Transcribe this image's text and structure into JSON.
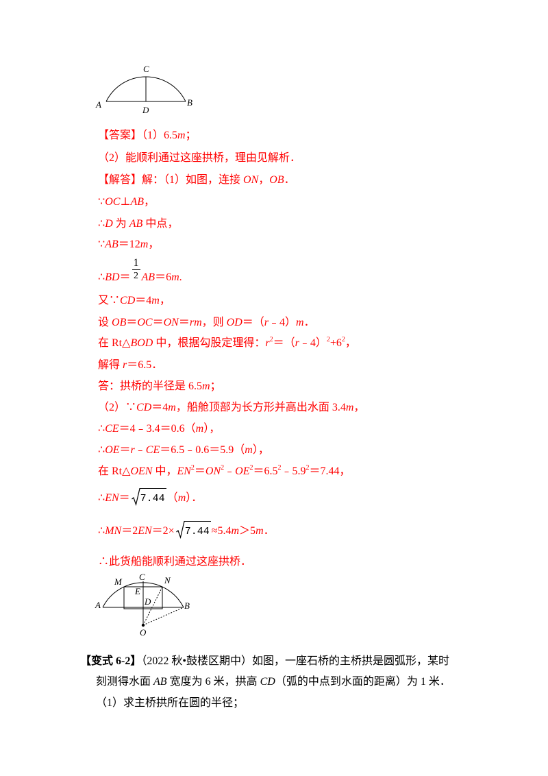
{
  "diagram_top": {
    "a": "A",
    "b": "B",
    "c": "C",
    "d": "D"
  },
  "diagram_bottom": {
    "a": "A",
    "b": "B",
    "c": "C",
    "d": "D",
    "e": "E",
    "m": "M",
    "n": "N",
    "o": "O"
  },
  "solution": {
    "lines": [
      {
        "segs": [
          {
            "t": "【答案】（1）6.5"
          },
          {
            "i": "m"
          },
          {
            "t": "；"
          }
        ]
      },
      {
        "segs": [
          {
            "t": "（2）能顺利通过这座拱桥，理由见解析．"
          }
        ]
      },
      {
        "segs": [
          {
            "t": "【解答】解：（1）如图，连接 "
          },
          {
            "i": "ON"
          },
          {
            "t": "，"
          },
          {
            "i": "OB"
          },
          {
            "t": "．"
          }
        ]
      },
      {
        "segs": [
          {
            "t": "∵"
          },
          {
            "i": "OC"
          },
          {
            "t": "⊥"
          },
          {
            "i": "AB"
          },
          {
            "t": "，"
          }
        ]
      },
      {
        "segs": [
          {
            "t": "∴"
          },
          {
            "i": "D"
          },
          {
            "t": " 为 "
          },
          {
            "i": "AB"
          },
          {
            "t": " 中点，"
          }
        ]
      },
      {
        "segs": [
          {
            "t": "∵"
          },
          {
            "i": "AB"
          },
          {
            "t": "＝12"
          },
          {
            "i": "m"
          },
          {
            "t": "，"
          }
        ]
      },
      {
        "segs": [
          {
            "t": "∴"
          },
          {
            "i": "BD"
          },
          {
            "t": "＝"
          },
          {
            "frac": {
              "num": "1",
              "den": "2"
            }
          },
          {
            "i": "AB"
          },
          {
            "t": "＝6"
          },
          {
            "i": "m"
          },
          {
            "t": "."
          }
        ]
      },
      {
        "segs": [
          {
            "t": "又∵"
          },
          {
            "i": "CD"
          },
          {
            "t": "＝4"
          },
          {
            "i": "m"
          },
          {
            "t": "，"
          }
        ]
      },
      {
        "segs": [
          {
            "t": "设 "
          },
          {
            "i": "OB"
          },
          {
            "t": "＝"
          },
          {
            "i": "OC"
          },
          {
            "t": "＝"
          },
          {
            "i": "ON"
          },
          {
            "t": "＝"
          },
          {
            "i": "rm"
          },
          {
            "t": "，则 "
          },
          {
            "i": "OD"
          },
          {
            "t": "＝（"
          },
          {
            "i": "r"
          },
          {
            "t": "﹣4）"
          },
          {
            "i": "m"
          },
          {
            "t": "．"
          }
        ]
      },
      {
        "segs": [
          {
            "t": "在 Rt△"
          },
          {
            "i": "BOD"
          },
          {
            "t": " 中，根据勾股定理得："
          },
          {
            "i": "r"
          },
          {
            "sup": "2"
          },
          {
            "t": "＝（"
          },
          {
            "i": "r"
          },
          {
            "t": "﹣4）"
          },
          {
            "sup": "2"
          },
          {
            "t": "+6"
          },
          {
            "sup": "2"
          },
          {
            "t": "，"
          }
        ]
      },
      {
        "segs": [
          {
            "t": "解得 "
          },
          {
            "i": "r"
          },
          {
            "t": "＝6.5．"
          }
        ]
      },
      {
        "segs": [
          {
            "t": "答：拱桥的半径是 6.5"
          },
          {
            "i": "m"
          },
          {
            "t": "；"
          }
        ]
      },
      {
        "segs": [
          {
            "t": "（2）∵"
          },
          {
            "i": "CD"
          },
          {
            "t": "＝4"
          },
          {
            "i": "m"
          },
          {
            "t": "，船舱顶部为长方形并高出水面 3.4"
          },
          {
            "i": "m"
          },
          {
            "t": "，"
          }
        ]
      },
      {
        "segs": [
          {
            "t": "∴"
          },
          {
            "i": "CE"
          },
          {
            "t": "＝4﹣3.4＝0.6（"
          },
          {
            "i": "m"
          },
          {
            "t": "），"
          }
        ]
      },
      {
        "segs": [
          {
            "t": "∴"
          },
          {
            "i": "OE"
          },
          {
            "t": "＝"
          },
          {
            "i": "r"
          },
          {
            "t": "﹣"
          },
          {
            "i": "CE"
          },
          {
            "t": "＝6.5﹣0.6＝5.9（"
          },
          {
            "i": "m"
          },
          {
            "t": "），"
          }
        ]
      },
      {
        "segs": [
          {
            "t": "在 Rt△"
          },
          {
            "i": "OEN"
          },
          {
            "t": " 中，"
          },
          {
            "i": "EN"
          },
          {
            "sup": "2"
          },
          {
            "t": "＝"
          },
          {
            "i": "ON"
          },
          {
            "sup": "2"
          },
          {
            "t": "﹣"
          },
          {
            "i": "OE"
          },
          {
            "sup": "2"
          },
          {
            "t": "＝6.5"
          },
          {
            "sup": "2"
          },
          {
            "t": "﹣5.9"
          },
          {
            "sup": "2"
          },
          {
            "t": "＝7.44，"
          }
        ]
      },
      {
        "segs": [
          {
            "t": "∴"
          },
          {
            "i": "EN"
          },
          {
            "t": "＝"
          },
          {
            "root": "7.44"
          },
          {
            "t": "（"
          },
          {
            "i": "m"
          },
          {
            "t": "）．"
          }
        ]
      },
      {
        "segs": [
          {
            "t": "∴"
          },
          {
            "i": "MN"
          },
          {
            "t": "＝2"
          },
          {
            "i": "EN"
          },
          {
            "t": "＝2×"
          },
          {
            "root": "7.44"
          },
          {
            "t": "≈5.4"
          },
          {
            "i": "m"
          },
          {
            "t": "＞5"
          },
          {
            "i": "m"
          },
          {
            "t": "．"
          }
        ]
      },
      {
        "segs": [
          {
            "t": "∴此货船能顺利通过这座拱桥．"
          }
        ]
      }
    ]
  },
  "variant": {
    "lines": [
      {
        "segs": [
          {
            "b": "【变式 6-2】"
          },
          {
            "t": "（2022 秋•鼓楼区期中）如图，一座石桥的主桥拱是圆弧形，某时"
          }
        ]
      },
      {
        "segs": [
          {
            "t": "刻测得水面 "
          },
          {
            "i": "AB"
          },
          {
            "t": " 宽度为 6 米，拱高 "
          },
          {
            "i": "CD"
          },
          {
            "t": "（弧的中点到水面的距离）为 1 米．"
          }
        ]
      },
      {
        "segs": [
          {
            "t": "（1）求主桥拱所在圆的半径；"
          }
        ]
      }
    ]
  }
}
